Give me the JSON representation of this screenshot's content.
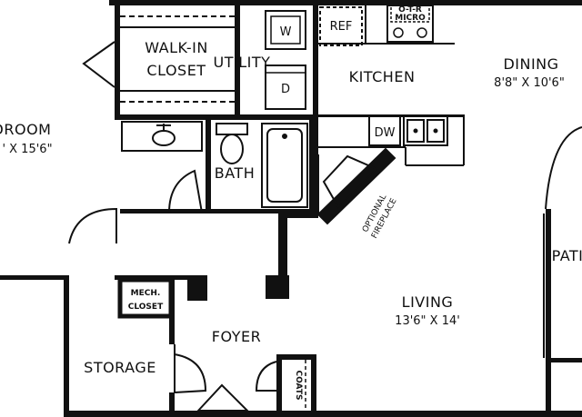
{
  "rooms": {
    "bedroom": {
      "name": "DROOM",
      "dims": "' X 15'6\""
    },
    "walk_in_closet": {
      "line1": "WALK-IN",
      "line2": "CLOSET"
    },
    "utility": {
      "name": "UTILITY"
    },
    "kitchen": {
      "name": "KITCHEN"
    },
    "dining": {
      "name": "DINING",
      "dims": "8'8\" X 10'6\""
    },
    "bath": {
      "name": "BATH"
    },
    "living": {
      "name": "LIVING",
      "dims": "13'6\" X 14'"
    },
    "foyer": {
      "name": "FOYER"
    },
    "storage": {
      "name": "STORAGE"
    },
    "patio": {
      "name": "PATI"
    }
  },
  "fixtures": {
    "washer": "W",
    "dryer": "D",
    "refrigerator": "REF",
    "microwave_line1": "O-T-R",
    "microwave_line2": "MICRO",
    "dishwasher": "DW",
    "mech_closet_line1": "MECH.",
    "mech_closet_line2": "CLOSET",
    "coats": "COATS",
    "fireplace_line1": "OPTIONAL",
    "fireplace_line2": "FIREPLACE"
  },
  "colors": {
    "wall": "#111111",
    "background": "#ffffff"
  }
}
